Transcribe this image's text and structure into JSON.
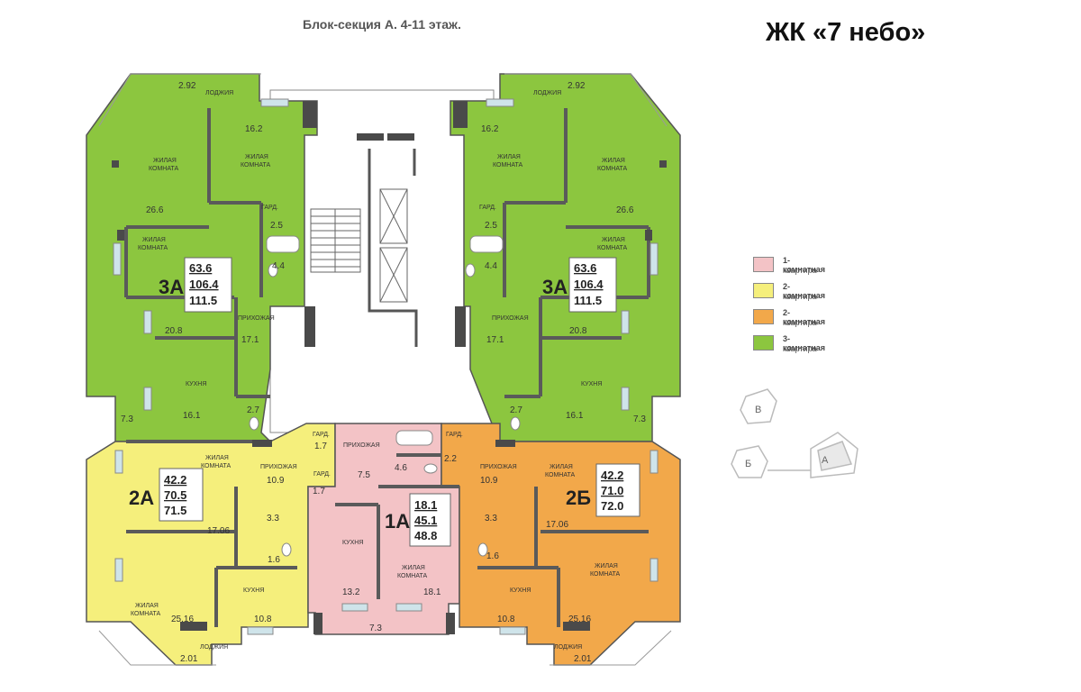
{
  "header": {
    "subtitle": "Блок-секция А. 4-11 этаж.",
    "title": "ЖК «7 небо»"
  },
  "colors": {
    "one_room": "#f3c3c6",
    "two_room_yellow": "#f5ef7c",
    "two_room_orange": "#f2a84a",
    "three_room": "#8cc63f",
    "wall": "#4a4a4a",
    "common": "#ffffff",
    "window": "#cfe4ea",
    "outline": "#9a9a9a"
  },
  "legend": [
    {
      "line1": "1-комнатная",
      "line2": "квартира",
      "color": "#f3c3c6"
    },
    {
      "line1": "2-комнатная",
      "line2": "квартира",
      "color": "#f5ef7c"
    },
    {
      "line1": "2-комнатная",
      "line2": "квартира",
      "color": "#f2a84a"
    },
    {
      "line1": "3-комнатная",
      "line2": "квартира",
      "color": "#8cc63f"
    }
  ],
  "key_plan": {
    "labels": [
      "В",
      "Б",
      "А"
    ]
  },
  "apartments": {
    "3a_left": {
      "type": "3А",
      "areas": [
        "63.6",
        "106.4",
        "111.5"
      ]
    },
    "3a_right": {
      "type": "3А",
      "areas": [
        "63.6",
        "106.4",
        "111.5"
      ]
    },
    "2a": {
      "type": "2А",
      "areas": [
        "42.2",
        "70.5",
        "71.5"
      ]
    },
    "1a": {
      "type": "1А",
      "areas": [
        "18.1",
        "45.1",
        "48.8"
      ]
    },
    "2b": {
      "type": "2Б",
      "areas": [
        "42.2",
        "71.0",
        "72.0"
      ]
    }
  },
  "labels": {
    "loggia": "ЛОДЖИЯ",
    "living_line1": "ЖИЛАЯ",
    "living_line2": "КОМНАТА",
    "garderob": "ГАРД.",
    "hall": "ПРИХОЖАЯ",
    "kitchen": "КУХНЯ"
  },
  "room_areas": {
    "left": {
      "loggia": "2.92",
      "bedroom": "16.2",
      "living": "26.6",
      "gard": "2.5",
      "bath": "4.4",
      "room3": "20.8",
      "hall": "17.1",
      "kitchen": "16.1",
      "wc": "2.7",
      "loggia_side": "7.3"
    },
    "right": {
      "loggia": "2.92",
      "bedroom": "16.2",
      "living": "26.6",
      "gard": "2.5",
      "bath": "4.4",
      "room3": "20.8",
      "hall": "17.1",
      "kitchen": "16.1",
      "wc": "2.7",
      "loggia_side": "7.3"
    },
    "a2": {
      "hall": "10.9",
      "bath": "3.3",
      "wc": "1.6",
      "room1": "17.06",
      "living": "25.16",
      "kitchen": "10.8",
      "loggia": "2.01",
      "gard": "1.7"
    },
    "a1": {
      "hall": "7.5",
      "bath": "4.6",
      "gard": "1.7",
      "kitchen": "13.2",
      "living": "18.1",
      "loggia": "7.3"
    },
    "b2": {
      "gard": "2.2",
      "hall": "10.9",
      "bath": "3.3",
      "wc": "1.6",
      "room1": "17.06",
      "living": "25.16",
      "kitchen": "10.8",
      "loggia": "2.01"
    }
  }
}
